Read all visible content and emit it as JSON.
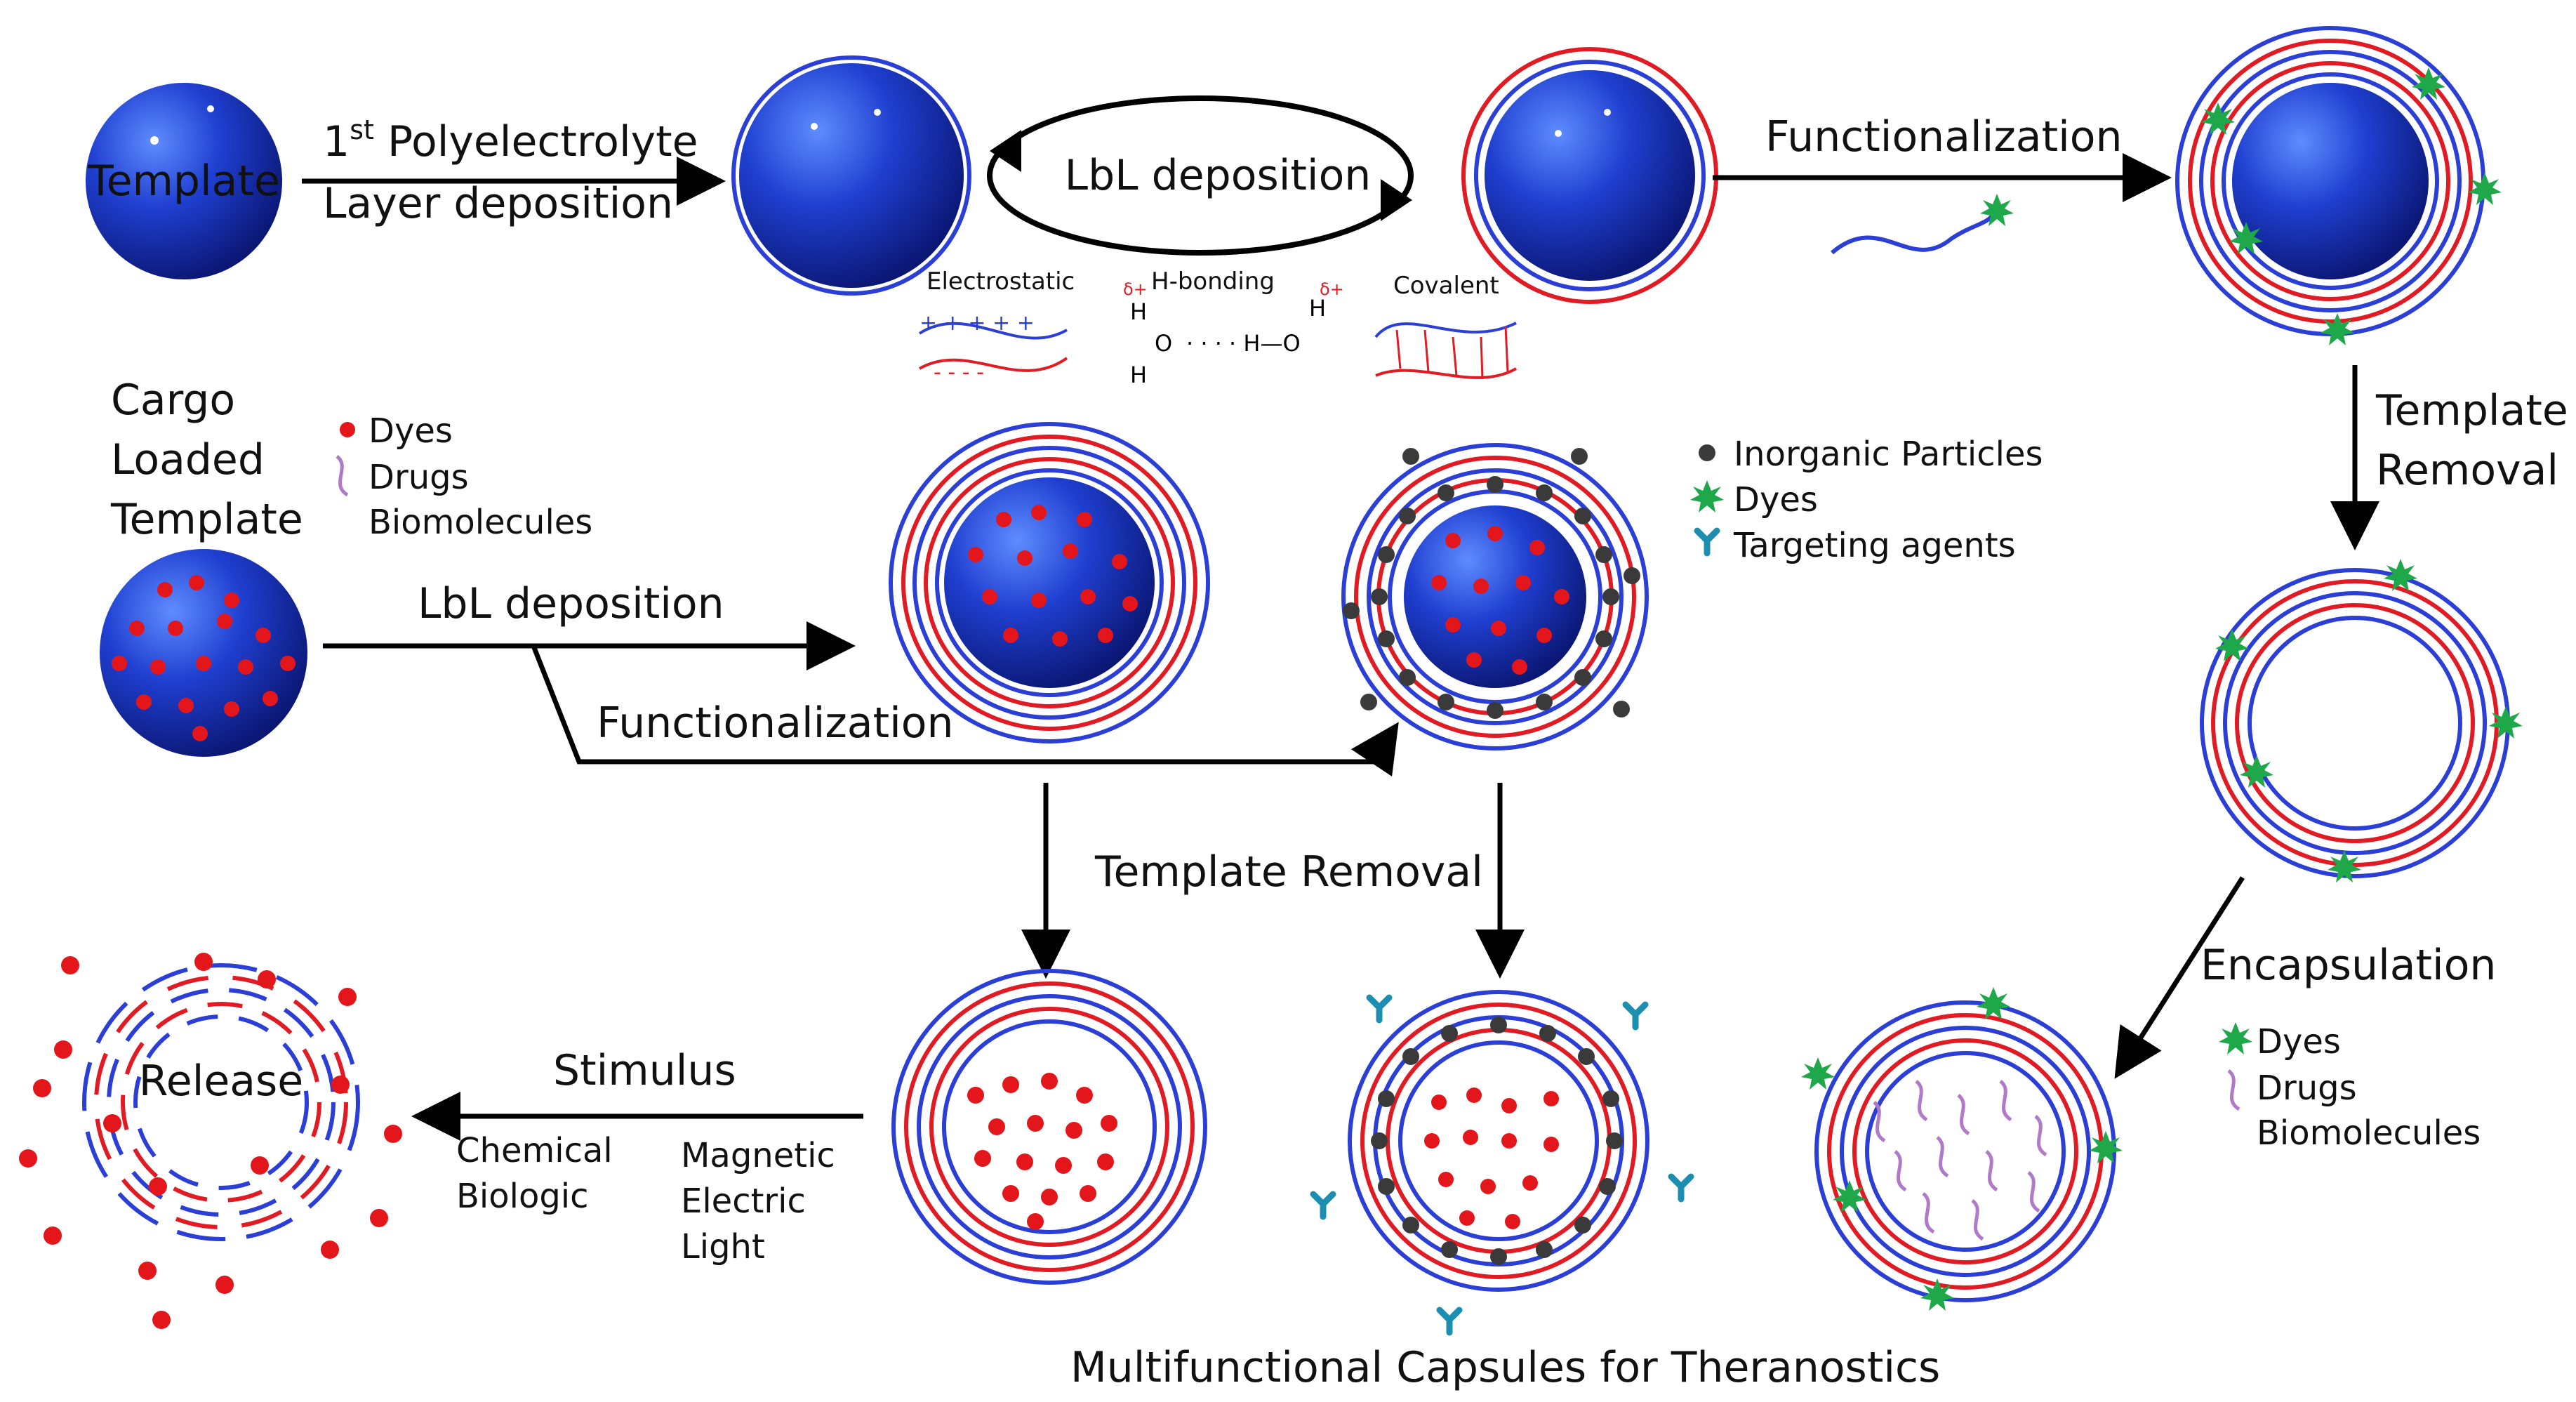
{
  "colors": {
    "template_blue": "#1f3fd0",
    "layer_blue": "#2b3fd6",
    "layer_red": "#e01b24",
    "cargo_red": "#e3171b",
    "dye_green": "#1fa84a",
    "particle_gray": "#3a3a3a",
    "targeting_teal": "#1c8fb0",
    "biomolecule_purple": "#b07ac8"
  },
  "labels": {
    "template": "Template",
    "first_layer_line1_sup": "st",
    "first_layer_line1_prefix": "1",
    "first_layer_line1_rest": " Polyelectrolyte",
    "first_layer_line2": "Layer deposition",
    "lbl_cycle": "LbL deposition",
    "functionalization_top": "Functionalization",
    "electrostatic": "Electrostatic",
    "h_bonding": "H-bonding",
    "covalent": "Covalent",
    "template_removal_right_1": "Template",
    "template_removal_right_2": "Removal",
    "cargo_1": "Cargo",
    "cargo_2": "Loaded",
    "cargo_3": "Template",
    "legend_left": [
      "Dyes",
      "Drugs",
      "Biomolecules"
    ],
    "lbl_mid": "LbL deposition",
    "functionalization_mid": "Functionalization",
    "legend_right": [
      "Inorganic Particles",
      "Dyes",
      "Targeting agents"
    ],
    "template_removal_mid": "Template Removal",
    "encapsulation": "Encapsulation",
    "legend_encap": [
      "Dyes",
      "Drugs",
      "Biomolecules"
    ],
    "stimulus": "Stimulus",
    "stimuli_left": [
      "Chemical",
      "Biologic"
    ],
    "stimuli_right": [
      "Magnetic",
      "Electric",
      "Light"
    ],
    "release": "Release",
    "caption": "Multifunctional Capsules for Theranostics"
  }
}
